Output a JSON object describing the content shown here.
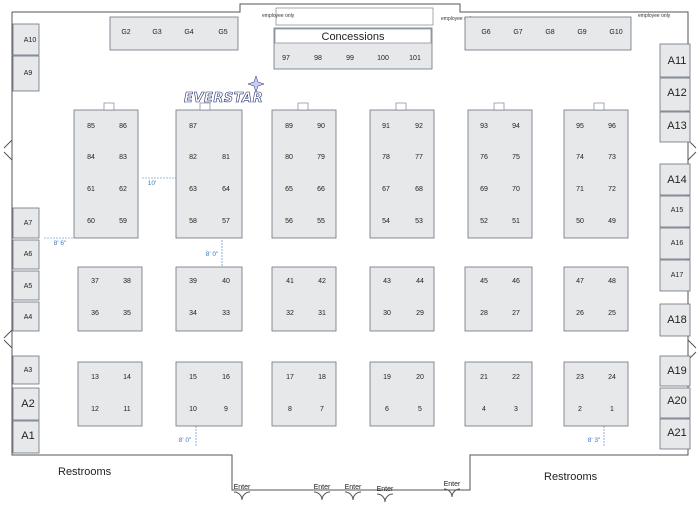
{
  "map": {
    "concessions_label": "Concessions",
    "employee_only": "employee only",
    "restrooms_left": "Restrooms",
    "restrooms_right": "Restrooms",
    "enter_label": "Enter",
    "sponsor_logo_text": "EVERSTAR",
    "colors": {
      "booth_fill": "#e6e8ea",
      "booth_stroke": "#6b7280",
      "dimension_text": "#3a7bbf",
      "sponsor_navy": "#1f2d6b"
    },
    "g_booths": [
      "G2",
      "G3",
      "G4",
      "G5",
      "G6",
      "G7",
      "G8",
      "G9",
      "G10"
    ],
    "concession_booths": [
      "97",
      "98",
      "99",
      "100",
      "101"
    ],
    "a_booths": [
      "A1",
      "A2",
      "A3",
      "A4",
      "A5",
      "A6",
      "A7",
      "A9",
      "A10",
      "A11",
      "A12",
      "A13",
      "A14",
      "A15",
      "A16",
      "A17",
      "A18",
      "A19",
      "A20",
      "A21"
    ],
    "islands": [
      [
        "85",
        "86",
        "84",
        "83",
        "61",
        "62",
        "60",
        "59"
      ],
      [
        "87",
        "82",
        "81",
        "63",
        "64",
        "58",
        "57"
      ],
      [
        "89",
        "90",
        "80",
        "79",
        "65",
        "66",
        "56",
        "55"
      ],
      [
        "91",
        "92",
        "78",
        "77",
        "67",
        "68",
        "54",
        "53"
      ],
      [
        "93",
        "94",
        "76",
        "75",
        "69",
        "70",
        "52",
        "51"
      ],
      [
        "95",
        "96",
        "74",
        "73",
        "71",
        "72",
        "50",
        "49"
      ],
      [
        "37",
        "38",
        "36",
        "35"
      ],
      [
        "39",
        "40",
        "34",
        "33"
      ],
      [
        "41",
        "42",
        "32",
        "31"
      ],
      [
        "43",
        "44",
        "30",
        "29"
      ],
      [
        "45",
        "46",
        "28",
        "27"
      ],
      [
        "47",
        "48",
        "26",
        "25"
      ],
      [
        "13",
        "14",
        "12",
        "11"
      ],
      [
        "15",
        "16",
        "10",
        "9"
      ],
      [
        "17",
        "18",
        "8",
        "7"
      ],
      [
        "19",
        "20",
        "6",
        "5"
      ],
      [
        "21",
        "22",
        "4",
        "3"
      ],
      [
        "23",
        "24",
        "2",
        "1"
      ]
    ],
    "dimensions": [
      "10'",
      "8' 6\"",
      "8' 0\"",
      "8' 0\"",
      "8' 3\""
    ]
  }
}
